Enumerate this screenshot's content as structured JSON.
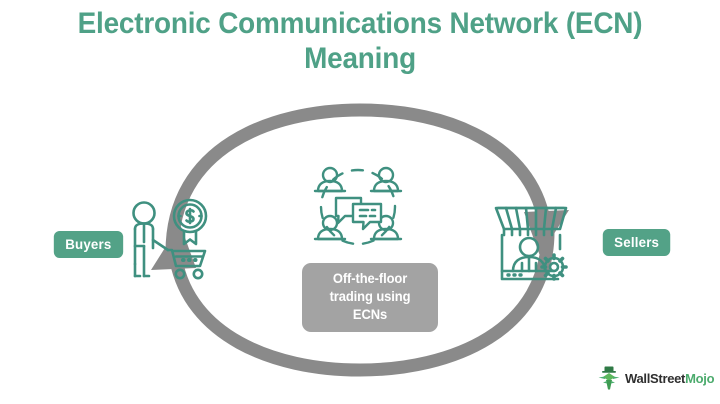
{
  "title": {
    "line1": "Electronic Communications Network (ECN)",
    "line2": "Meaning",
    "color": "#4fa187"
  },
  "diagram": {
    "type": "cycle",
    "left_node": {
      "badge_label": "Buyers",
      "icon": "buyer-with-shopping-cart-and-dollar-coin-icon",
      "badge_color": "#53a287",
      "icon_color": "#3f9080"
    },
    "right_node": {
      "badge_label": "Sellers",
      "icon": "storefront-with-seller-and-gear-icon",
      "badge_color": "#53a287",
      "icon_color": "#3f9080"
    },
    "center_node": {
      "icon": "people-network-chat-bubbles-icon",
      "icon_color": "#3f9080",
      "caption": {
        "line1": "Off-the-floor",
        "line2": "trading using",
        "line3": "ECNs",
        "background": "#a3a3a3",
        "text_color": "#ffffff"
      }
    },
    "arrows": {
      "top": {
        "name": "buyers-to-sellers-arrow",
        "direction": "left-to-right",
        "color": "#8a8a8a"
      },
      "bottom": {
        "name": "sellers-to-buyers-arrow",
        "direction": "right-to-left",
        "color": "#8a8a8a"
      }
    }
  },
  "logo": {
    "text_primary": "WallStreet",
    "text_accent": "Mojo",
    "icon": "wallstreetmojo-mascot-icon",
    "accent_color": "#4cab6d",
    "primary_color": "#2f2f2f"
  }
}
